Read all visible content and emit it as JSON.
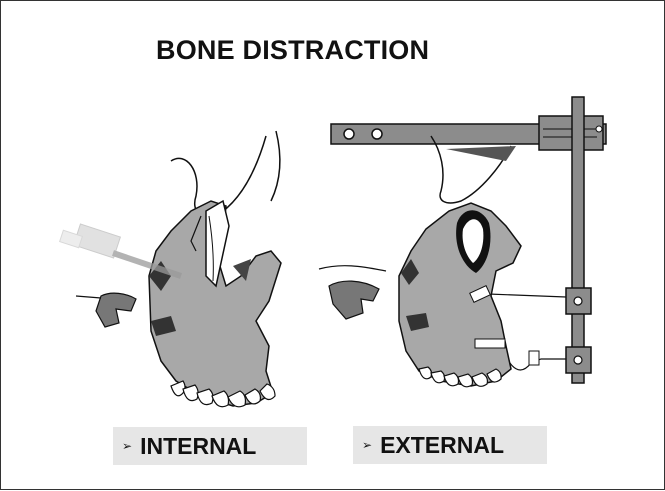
{
  "title": "BONE DISTRACTION",
  "labels": {
    "internal": "INTERNAL",
    "external": "EXTERNAL",
    "bullet": "➢"
  },
  "colors": {
    "bone": "#a8a8a8",
    "device": "#8c8c8c",
    "outline": "#111111",
    "label_bg": "#e6e6e6"
  }
}
